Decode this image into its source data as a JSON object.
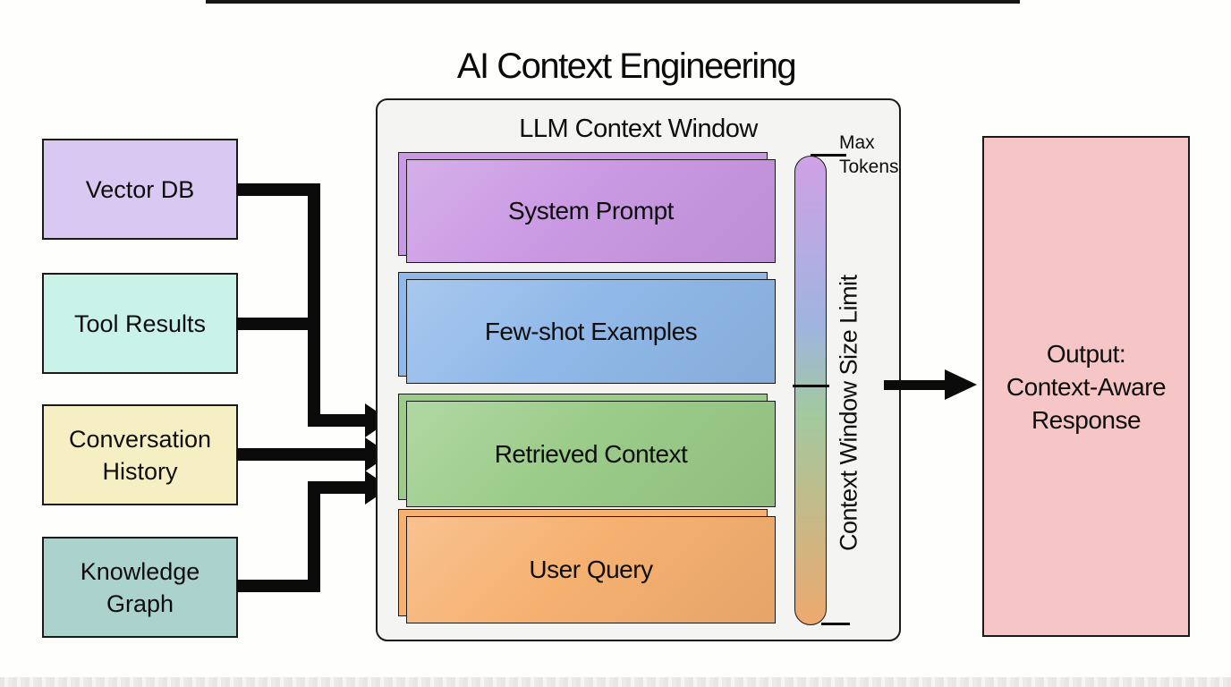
{
  "title": "AI Context Engineering",
  "sources": [
    {
      "label": "Vector DB",
      "color": "#d9c9f2"
    },
    {
      "label": "Tool Results",
      "color": "#c9f2e9"
    },
    {
      "label": "Conversation History",
      "color": "#f7efc4"
    },
    {
      "label": "Knowledge Graph",
      "color": "#abd2cd"
    }
  ],
  "context_window": {
    "label": "LLM Context Window",
    "background": "#f4f4f2",
    "segments": [
      {
        "label": "System Prompt",
        "color": "#ca99e3"
      },
      {
        "label": "Few-shot Examples",
        "color": "#90b9e9"
      },
      {
        "label": "Retrieved Context",
        "color": "#9bcc89"
      },
      {
        "label": "User Query",
        "color": "#f6b171"
      }
    ],
    "gauge": {
      "max_label_lines": [
        "Max",
        "Tokens"
      ],
      "axis_label": "Context Window Size Limit",
      "gradient_stops": [
        "#d0a1e6",
        "#9fb4df",
        "#a2c99f",
        "#eda96e"
      ]
    }
  },
  "output": {
    "lines": [
      "Output:",
      "Context-Aware",
      "Response"
    ],
    "color": "#f6c6c7"
  }
}
